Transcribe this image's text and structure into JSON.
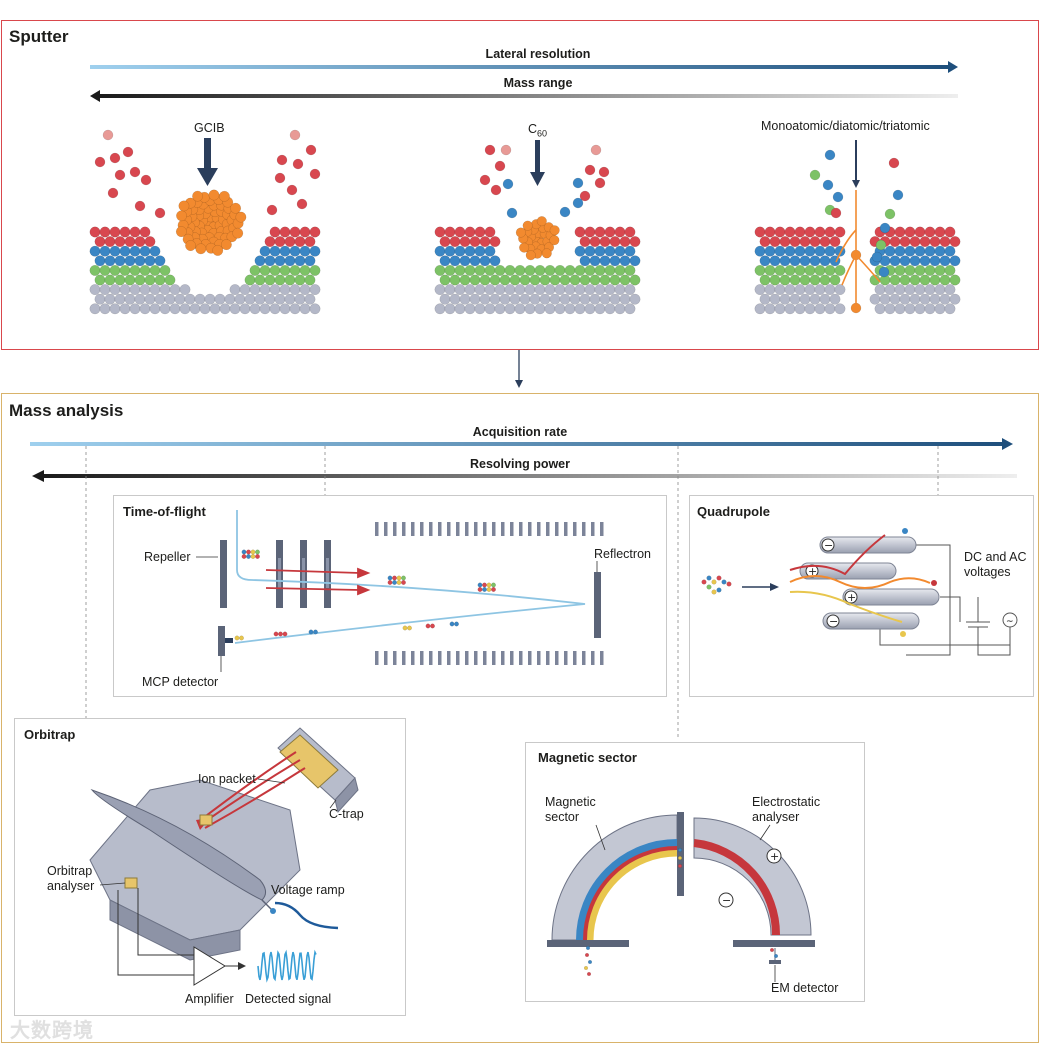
{
  "sputter": {
    "title": "Sputter",
    "arrow_lateral_resolution": "Lateral resolution",
    "arrow_mass_range": "Mass range",
    "gcib_label": "GCIB",
    "c60_label": "C",
    "c60_sub": "60",
    "mono_label": "Monoatomic/diatomic/triatomic"
  },
  "mass_analysis": {
    "title": "Mass analysis",
    "arrow_acquisition_rate": "Acquisition rate",
    "arrow_resolving_power": "Resolving power",
    "tof": {
      "title": "Time-of-flight",
      "repeller": "Repeller",
      "reflectron": "Reflectron",
      "mcp_detector": "MCP detector"
    },
    "quadrupole": {
      "title": "Quadrupole",
      "voltages_line1": "DC and AC",
      "voltages_line2": "voltages"
    },
    "orbitrap": {
      "title": "Orbitrap",
      "ion_packet": "Ion packet",
      "c_trap": "C-trap",
      "analyser_line1": "Orbitrap",
      "analyser_line2": "analyser",
      "voltage_ramp": "Voltage ramp",
      "amplifier": "Amplifier",
      "detected_signal": "Detected signal"
    },
    "magnetic": {
      "title": "Magnetic sector",
      "sector_line1": "Magnetic",
      "sector_line2": "sector",
      "esa_line1": "Electrostatic",
      "esa_line2": "analyser",
      "em_detector": "EM detector"
    }
  },
  "watermark": "大数跨境",
  "colors": {
    "sputter_border": "#d9474c",
    "mass_border": "#d9b36a",
    "arrow_blue": "#1f5a8c",
    "red": "#d8474f",
    "blue": "#3a86c4",
    "green": "#7dc266",
    "grey": "#b4b8c8",
    "orange": "#f28a2f",
    "yellow": "#e8c64d"
  }
}
